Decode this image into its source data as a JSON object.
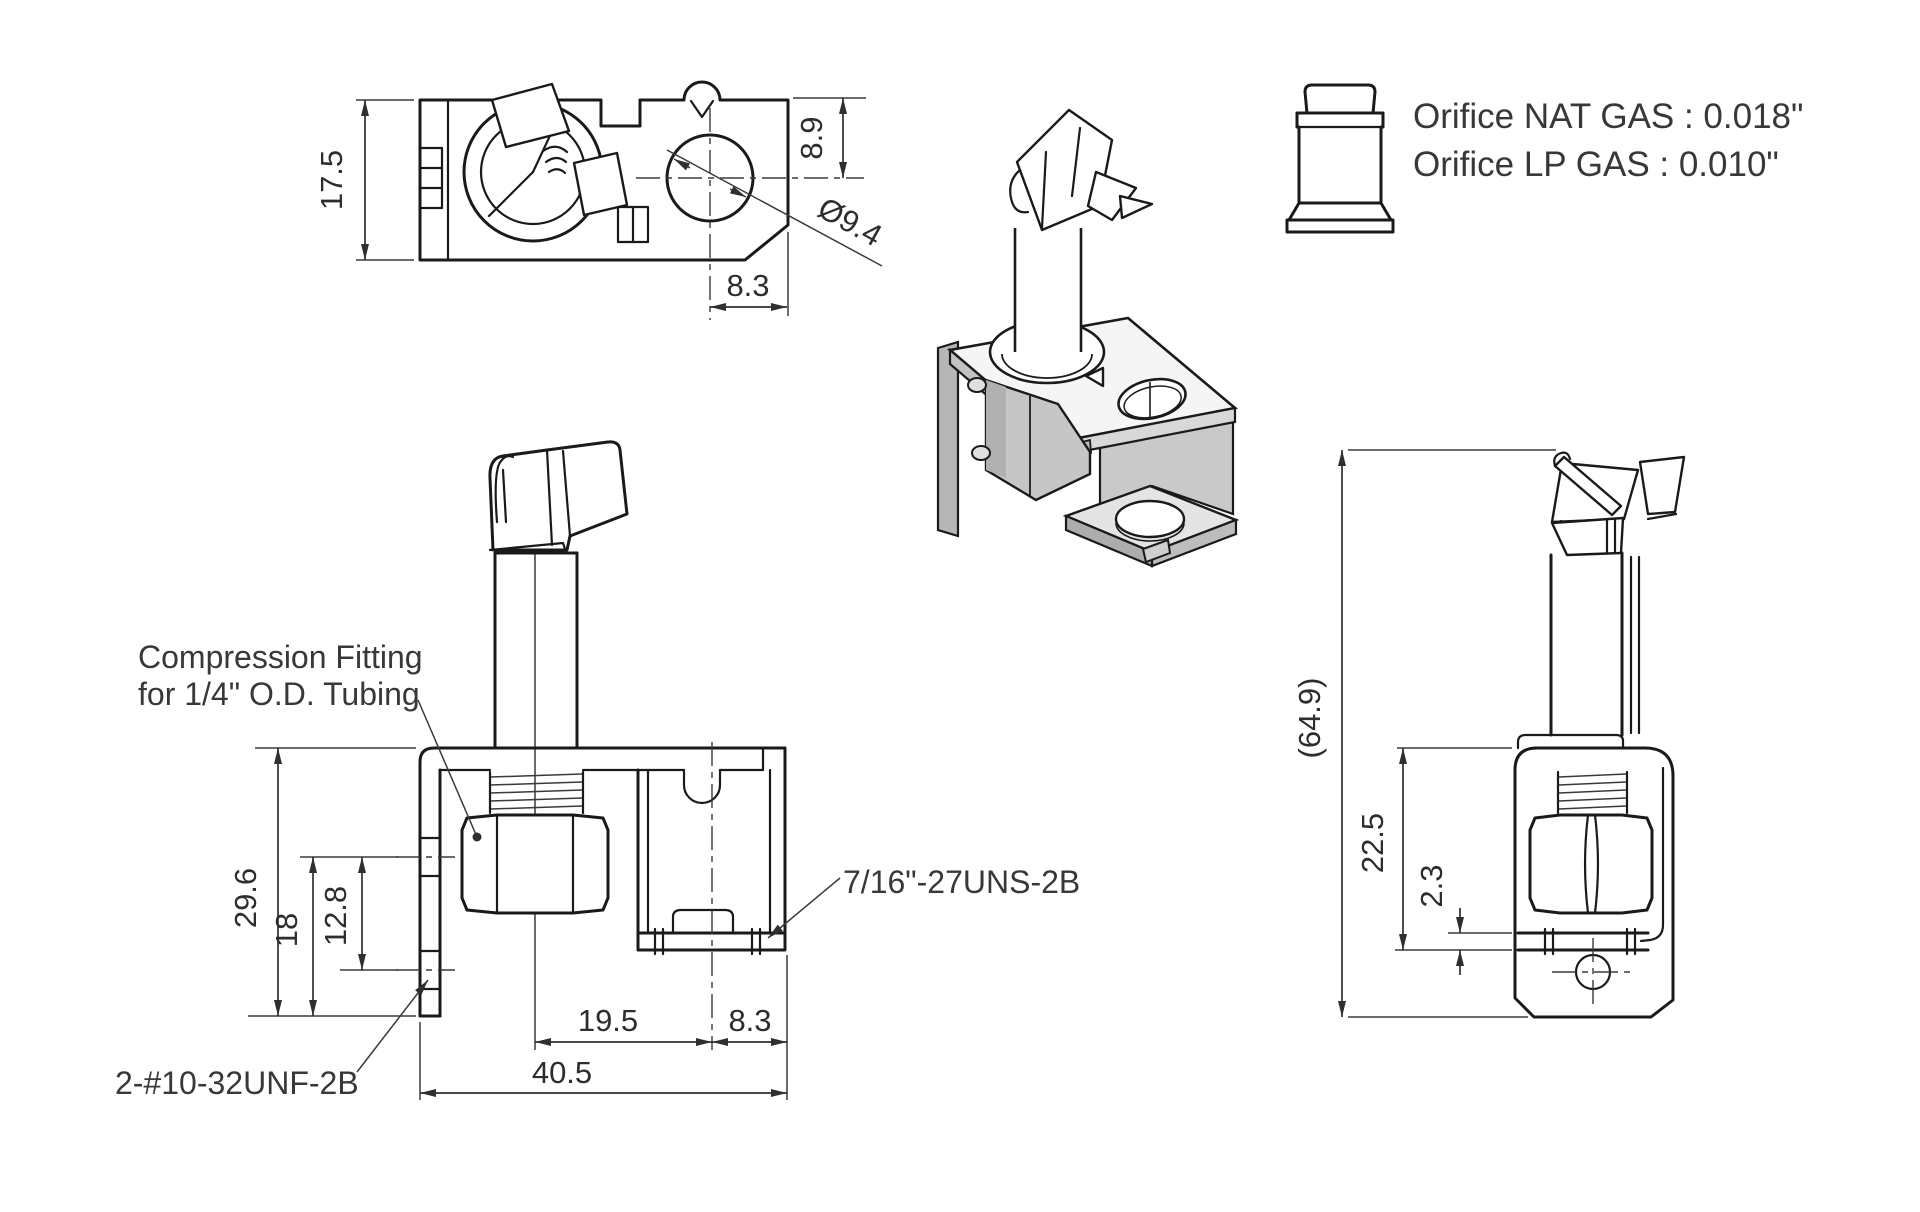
{
  "drawing": {
    "orifice_note": {
      "nat": "Orifice NAT GAS : 0.018\"",
      "lp": "Orifice LP GAS : 0.010\""
    },
    "top_view": {
      "height": "17.5",
      "hole_offset": "8.9",
      "hole_dia": "Ø9.4",
      "hole_to_edge": "8.3"
    },
    "front_view": {
      "bracket_height": "29.6",
      "hole_to_bottom": "18",
      "hole_spacing": "12.8",
      "center_to_slot": "19.5",
      "slot_to_edge": "8.3",
      "overall_width": "40.5",
      "label_fitting_1": "Compression Fitting",
      "label_fitting_2": "for 1/4\" O.D. Tubing",
      "label_stud_thread": "2-#10-32UNF-2B",
      "label_nut_thread": "7/16\"-27UNS-2B"
    },
    "side_view": {
      "overall_height": "(64.9)",
      "body_height": "22.5",
      "flange_thickness": "2.3"
    }
  }
}
